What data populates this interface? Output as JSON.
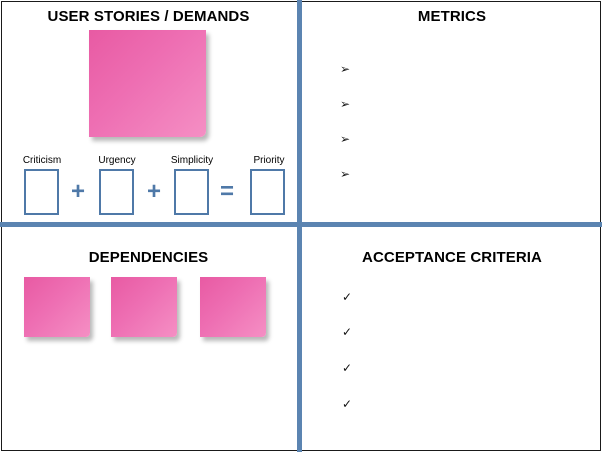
{
  "quadrants": {
    "user_stories": {
      "title": "USER STORIES / DEMANDS",
      "formula": {
        "labels": [
          "Criticism",
          "Urgency",
          "Simplicity",
          "Priority"
        ],
        "operators": [
          "+",
          "+",
          "="
        ]
      }
    },
    "metrics": {
      "title": "METRICS",
      "bullet_icon": "arrowhead-icon",
      "bullet_glyph": "➢",
      "bullet_count": 4
    },
    "dependencies": {
      "title": "DEPENDENCIES",
      "note_count": 3
    },
    "acceptance_criteria": {
      "title": "ACCEPTANCE CRITERIA",
      "bullet_icon": "checkmark-icon",
      "bullet_glyph": "✓",
      "bullet_count": 4
    }
  },
  "colors": {
    "divider": "#5b84b1",
    "box_border": "#4f79a8",
    "sticky_note": "#ee6fb3"
  }
}
